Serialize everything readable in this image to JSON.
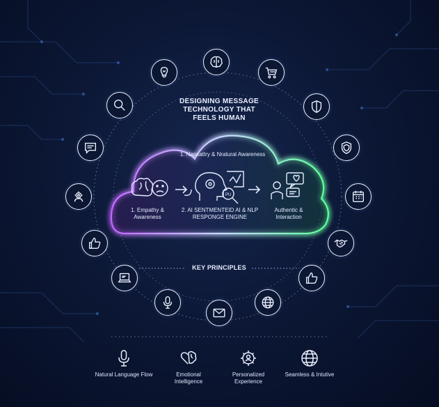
{
  "title": "DESIGNING MESSAGE TECHNOLOGY THAT FEELS HUMAN",
  "cloud": {
    "top_label": "1. Napsattry & Nratural Awareness",
    "steps": [
      {
        "label": "1. Empathy & Awareness",
        "icon": "brain-sad-face-icon"
      },
      {
        "label": "2. AI SENTMENTEID AI & NLP RESPONGE ENGINE",
        "icon": "head-gears-search-icon"
      },
      {
        "label": "Authentic & Interaction",
        "icon": "people-chat-icon"
      }
    ],
    "search_badge_text": "PU"
  },
  "key_principles_label": "KEY PRINCIPLES",
  "ring_icons": [
    "brain-icon",
    "shopping-cart-icon",
    "shield-icon",
    "shield-check-icon",
    "calendar-icon",
    "handshake-icon",
    "thumbs-up-icon",
    "globe-icon",
    "mail-icon",
    "microphone-icon",
    "laptop-icon",
    "thumbs-up-icon",
    "face-gears-icon",
    "chat-bubble-icon",
    "magnifier-icon",
    "lightbulb-head-icon"
  ],
  "principles": [
    {
      "label": "Natural Language Flow",
      "icon": "microphone-icon"
    },
    {
      "label": "Emotional Intelligence",
      "icon": "heart-brain-icon"
    },
    {
      "label": "Personalized Experience",
      "icon": "gear-person-icon"
    },
    {
      "label": "Seamless & Intutive",
      "icon": "globe-icon"
    }
  ],
  "colors": {
    "background": "#0c1836",
    "cloud_left_glow": "#b45cff",
    "cloud_right_glow": "#5dff9a",
    "icon_stroke": "#e9eefc"
  }
}
